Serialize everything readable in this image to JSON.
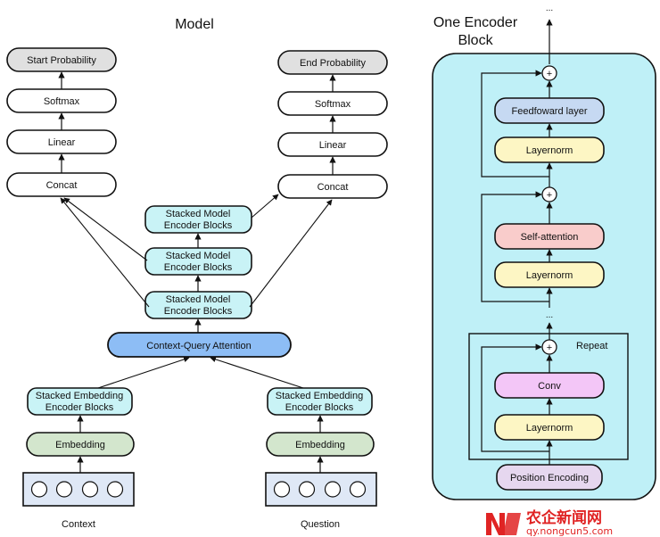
{
  "model": {
    "title": "Model",
    "start_probability": "Start Probability",
    "end_probability": "End Probability",
    "softmax": "Softmax",
    "linear": "Linear",
    "concat": "Concat",
    "stacked_model_blocks": "Stacked Model Encoder Blocks",
    "stacked_model_line1": "Stacked Model",
    "stacked_model_line2": "Encoder Blocks",
    "context_query_attention": "Context-Query Attention",
    "stacked_embedding_line1": "Stacked Embedding",
    "stacked_embedding_line2": "Encoder Blocks",
    "embedding": "Embedding",
    "context": "Context",
    "question": "Question"
  },
  "encoder": {
    "title_line1": "One Encoder",
    "title_line2": "Block",
    "ellipsis": "...",
    "plus": "+",
    "feedforward": "Feedfoward layer",
    "layernorm": "Layernorm",
    "self_attention": "Self-attention",
    "conv": "Conv",
    "repeat": "Repeat",
    "position_encoding": "Position Encoding"
  },
  "watermark": {
    "name": "农企新闻网",
    "url": "qy.nongcun5.com",
    "logo_letters": "N"
  },
  "colors": {
    "encoder_bg": "#bff0f7",
    "stacked_fill": "#c9f3f6",
    "attention_fill": "#8dbdf5",
    "embedding_fill": "#d3e6cd",
    "prob_fill": "#e0e0e0",
    "feedforward_fill": "#c6d9f2",
    "layernorm_fill": "#fdf6c4",
    "selfattn_fill": "#f9cccb",
    "conv_fill": "#f3c6f7",
    "posenc_fill": "#e6d7ef",
    "input_fill": "#dfe8f6",
    "watermark_red": "#e02424"
  }
}
